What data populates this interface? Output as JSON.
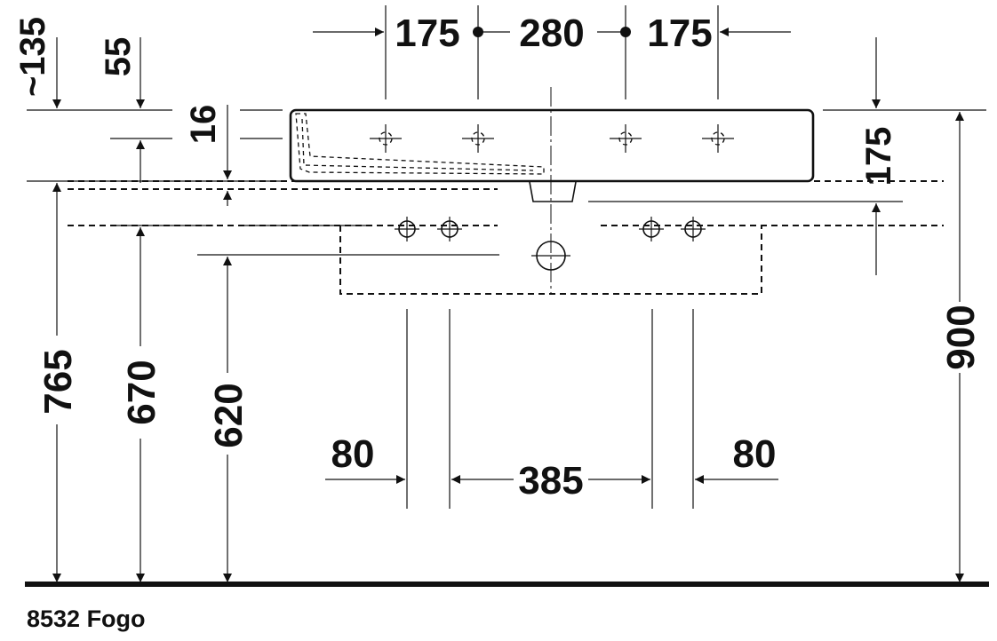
{
  "drawing": {
    "model_label": "8532 Fogo",
    "dimensions": {
      "top_left_spacing": "175",
      "top_center_spacing": "280",
      "top_right_spacing": "175",
      "approx_depth": "~135",
      "overhang": "55",
      "rim_height": "16",
      "basin_height": "175",
      "height_765": "765",
      "height_670": "670",
      "height_620": "620",
      "total_height": "900",
      "leg_left": "80",
      "leg_spacing": "385",
      "leg_right": "80"
    }
  }
}
